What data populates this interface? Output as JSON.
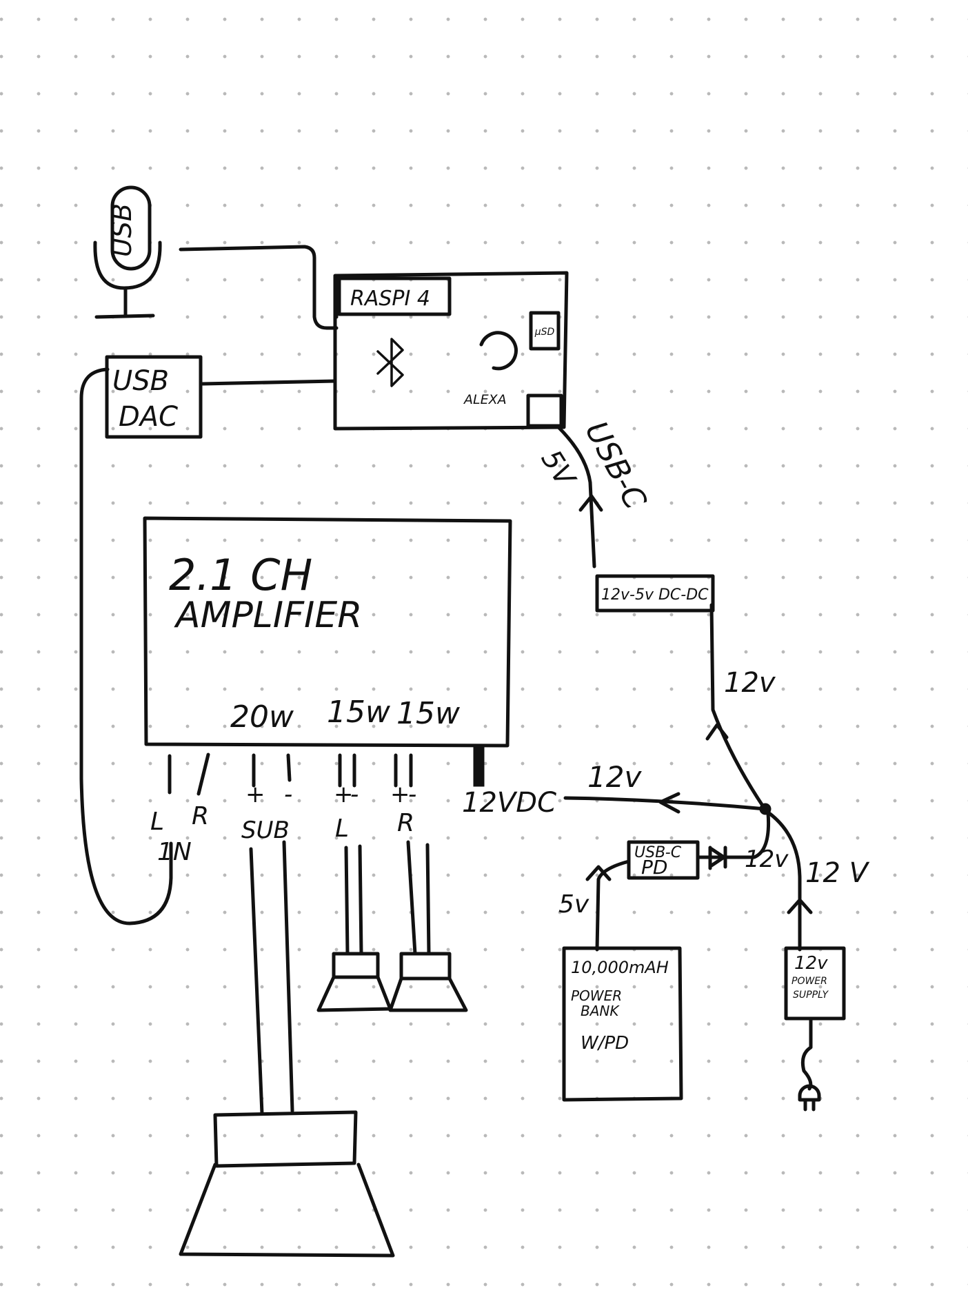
{
  "microphone": {
    "label": "USB"
  },
  "raspi": {
    "title": "RASPI 4",
    "assistant_label": "ALEXA",
    "card_label": "μSD"
  },
  "usb_dac": {
    "line1": "USB",
    "line2": "DAC"
  },
  "amplifier": {
    "line1": "2.1 CH",
    "line2": "AMPLIFIER",
    "power_sub": "20w",
    "power_left": "15w",
    "power_right": "15w",
    "input_label_l": "L",
    "input_label_r": "R",
    "input_label_in": "1N",
    "sub_label": "SUB",
    "left_label": "L",
    "right_label": "R",
    "plus": "+",
    "minus": "-",
    "dc_label": "12VDC"
  },
  "power": {
    "usb_c_label": "USB-C",
    "five_v_label": "5V",
    "converter_label": "12v-5v DC-DC",
    "twelve_v_converter": "12v",
    "twelve_v_amp": "12v",
    "twelve_v_diode": "12v",
    "twelve_v_supply": "12 V",
    "pd_board_line1": "USB-C",
    "pd_board_line2": "PD",
    "five_v_bank": "5v",
    "power_bank_line1": "10,000mAH",
    "power_bank_line2": "POWER",
    "power_bank_line3": "BANK",
    "power_bank_line4": "W/PD",
    "supply_line1": "12v",
    "supply_line2": "POWER",
    "supply_line3": "SUPPLY"
  }
}
